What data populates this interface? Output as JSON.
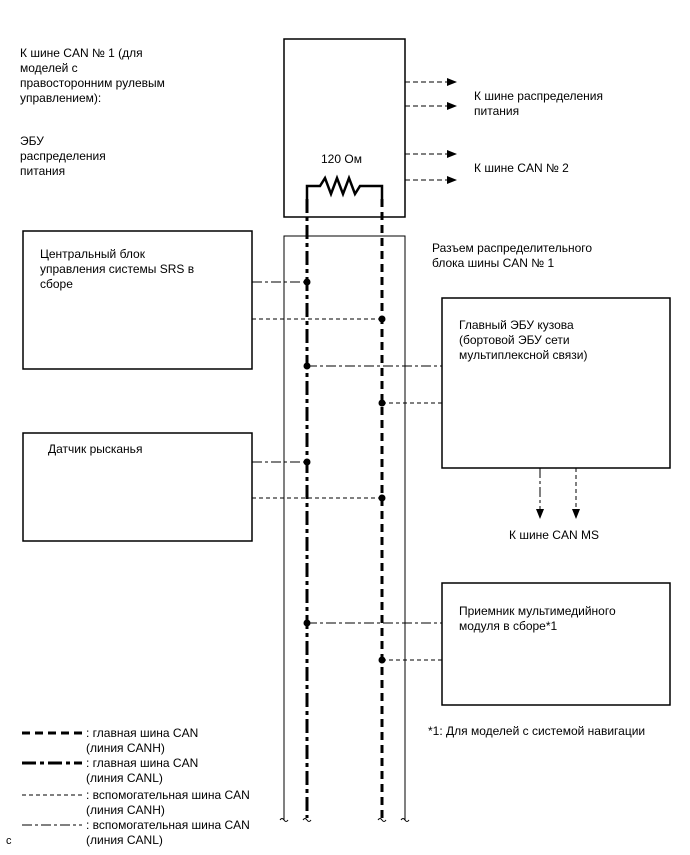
{
  "header_note": "К шине CAN № 1 (для\nмоделей с\nправосторонним рулевым\nуправлением):",
  "ecu": {
    "label": "ЭБУ\nраспределения\nпитания",
    "resistor": "120 Ом",
    "out_power": "К шине распределения\nпитания",
    "out_can2": "К шине CAN № 2"
  },
  "connector_label": "Разъем распределительного\nблока шины CAN № 1",
  "blocks": {
    "srs": "Центральный блок\nуправления системы SRS в\nсборе",
    "yaw": "Датчик рысканья",
    "body": "Главный ЭБУ кузова\n(бортовой ЭБУ сети\nмультиплексной связи)",
    "multimedia": "Приемник мультимедийного\nмодуля в сборе*1"
  },
  "can_ms": "К шине CAN MS",
  "footnote": "*1: Для моделей с системой навигации",
  "legend": [
    {
      "style": "main-canh",
      "text": ": главная шина CAN\n(линия CANH)"
    },
    {
      "style": "main-canl",
      "text": ": главная шина CAN\n(линия CANL)"
    },
    {
      "style": "aux-canh",
      "text": ": вспомогательная шина CAN\n(линия CANH)"
    },
    {
      "style": "aux-canl",
      "text": ": вспомогательная шина CAN\n(линия CANL)"
    }
  ],
  "corner_mark": "c"
}
